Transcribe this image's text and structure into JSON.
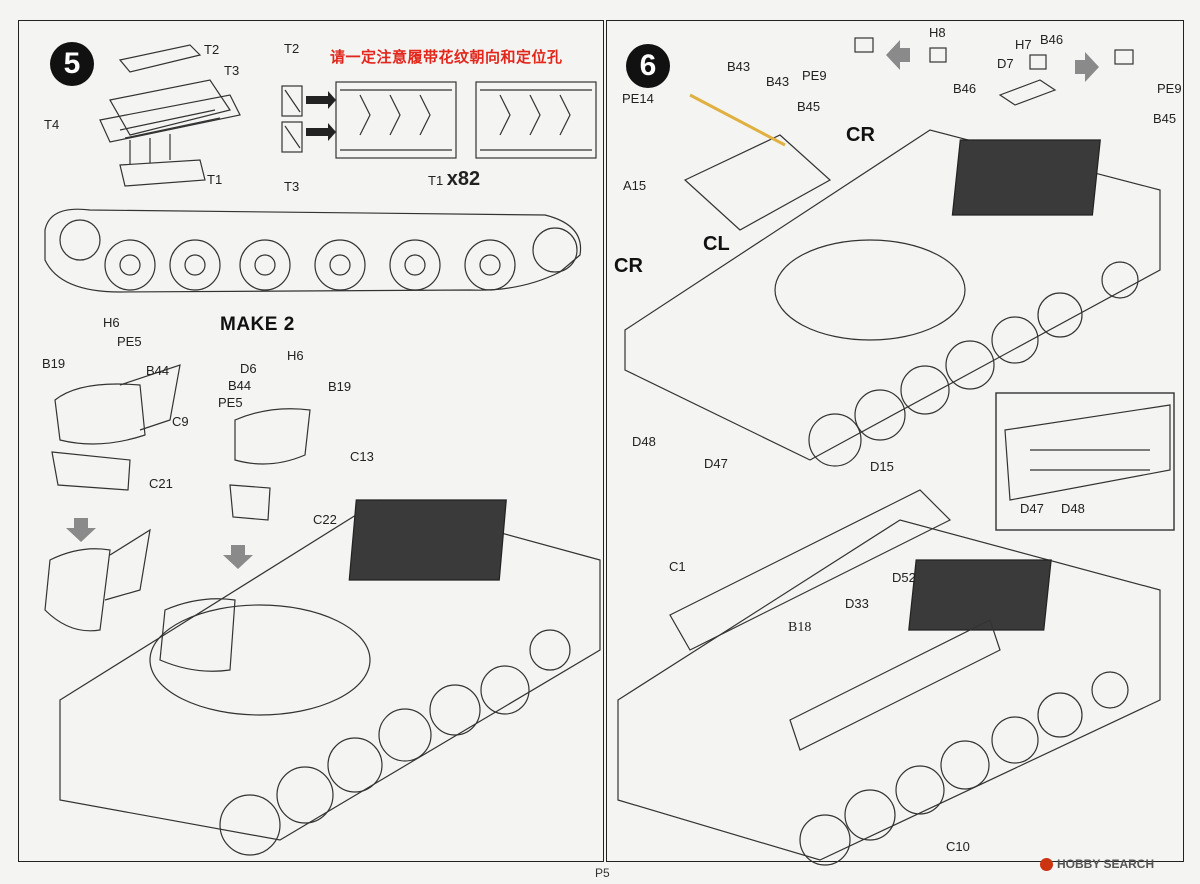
{
  "page": {
    "number": "P5"
  },
  "watermark": {
    "text": "HOBBY SEARCH",
    "icon": "hobby-search-logo"
  },
  "step5": {
    "number": "5",
    "note_cn": "请一定注意履带花纹朝向和定位孔",
    "track_count_label": "T1",
    "track_count": "x82",
    "make_label": "MAKE 2",
    "labels": {
      "t2_a": "T2",
      "t3_a": "T3",
      "t4": "T4",
      "t1_a": "T1",
      "t2_b": "T2",
      "t3_b": "T3",
      "h6_a": "H6",
      "pe5_a": "PE5",
      "b19_a": "B19",
      "b44_a": "B44",
      "c9": "C9",
      "c21": "C21",
      "d6": "D6",
      "h6_b": "H6",
      "b44_b": "B44",
      "b19_b": "B19",
      "pe5_b": "PE5",
      "c13": "C13",
      "c22": "C22"
    }
  },
  "step6": {
    "number": "6",
    "labels": {
      "b43_a": "B43",
      "b43_b": "B43",
      "pe14": "PE14",
      "pe9_a": "PE9",
      "b45_a": "B45",
      "cr_top": "CR",
      "h8": "H8",
      "h7": "H7",
      "b46_a": "B46",
      "b46_b": "B46",
      "d7": "D7",
      "pe9_b": "PE9",
      "b45_b": "B45",
      "a15": "A15",
      "cl": "CL",
      "cr_left": "CR",
      "d48_a": "D48",
      "d47_a": "D47",
      "d47_b": "D47",
      "d48_b": "D48",
      "d15": "D15",
      "c1": "C1",
      "d52": "D52",
      "d33": "D33",
      "b18": "B18",
      "c10": "C10"
    }
  }
}
